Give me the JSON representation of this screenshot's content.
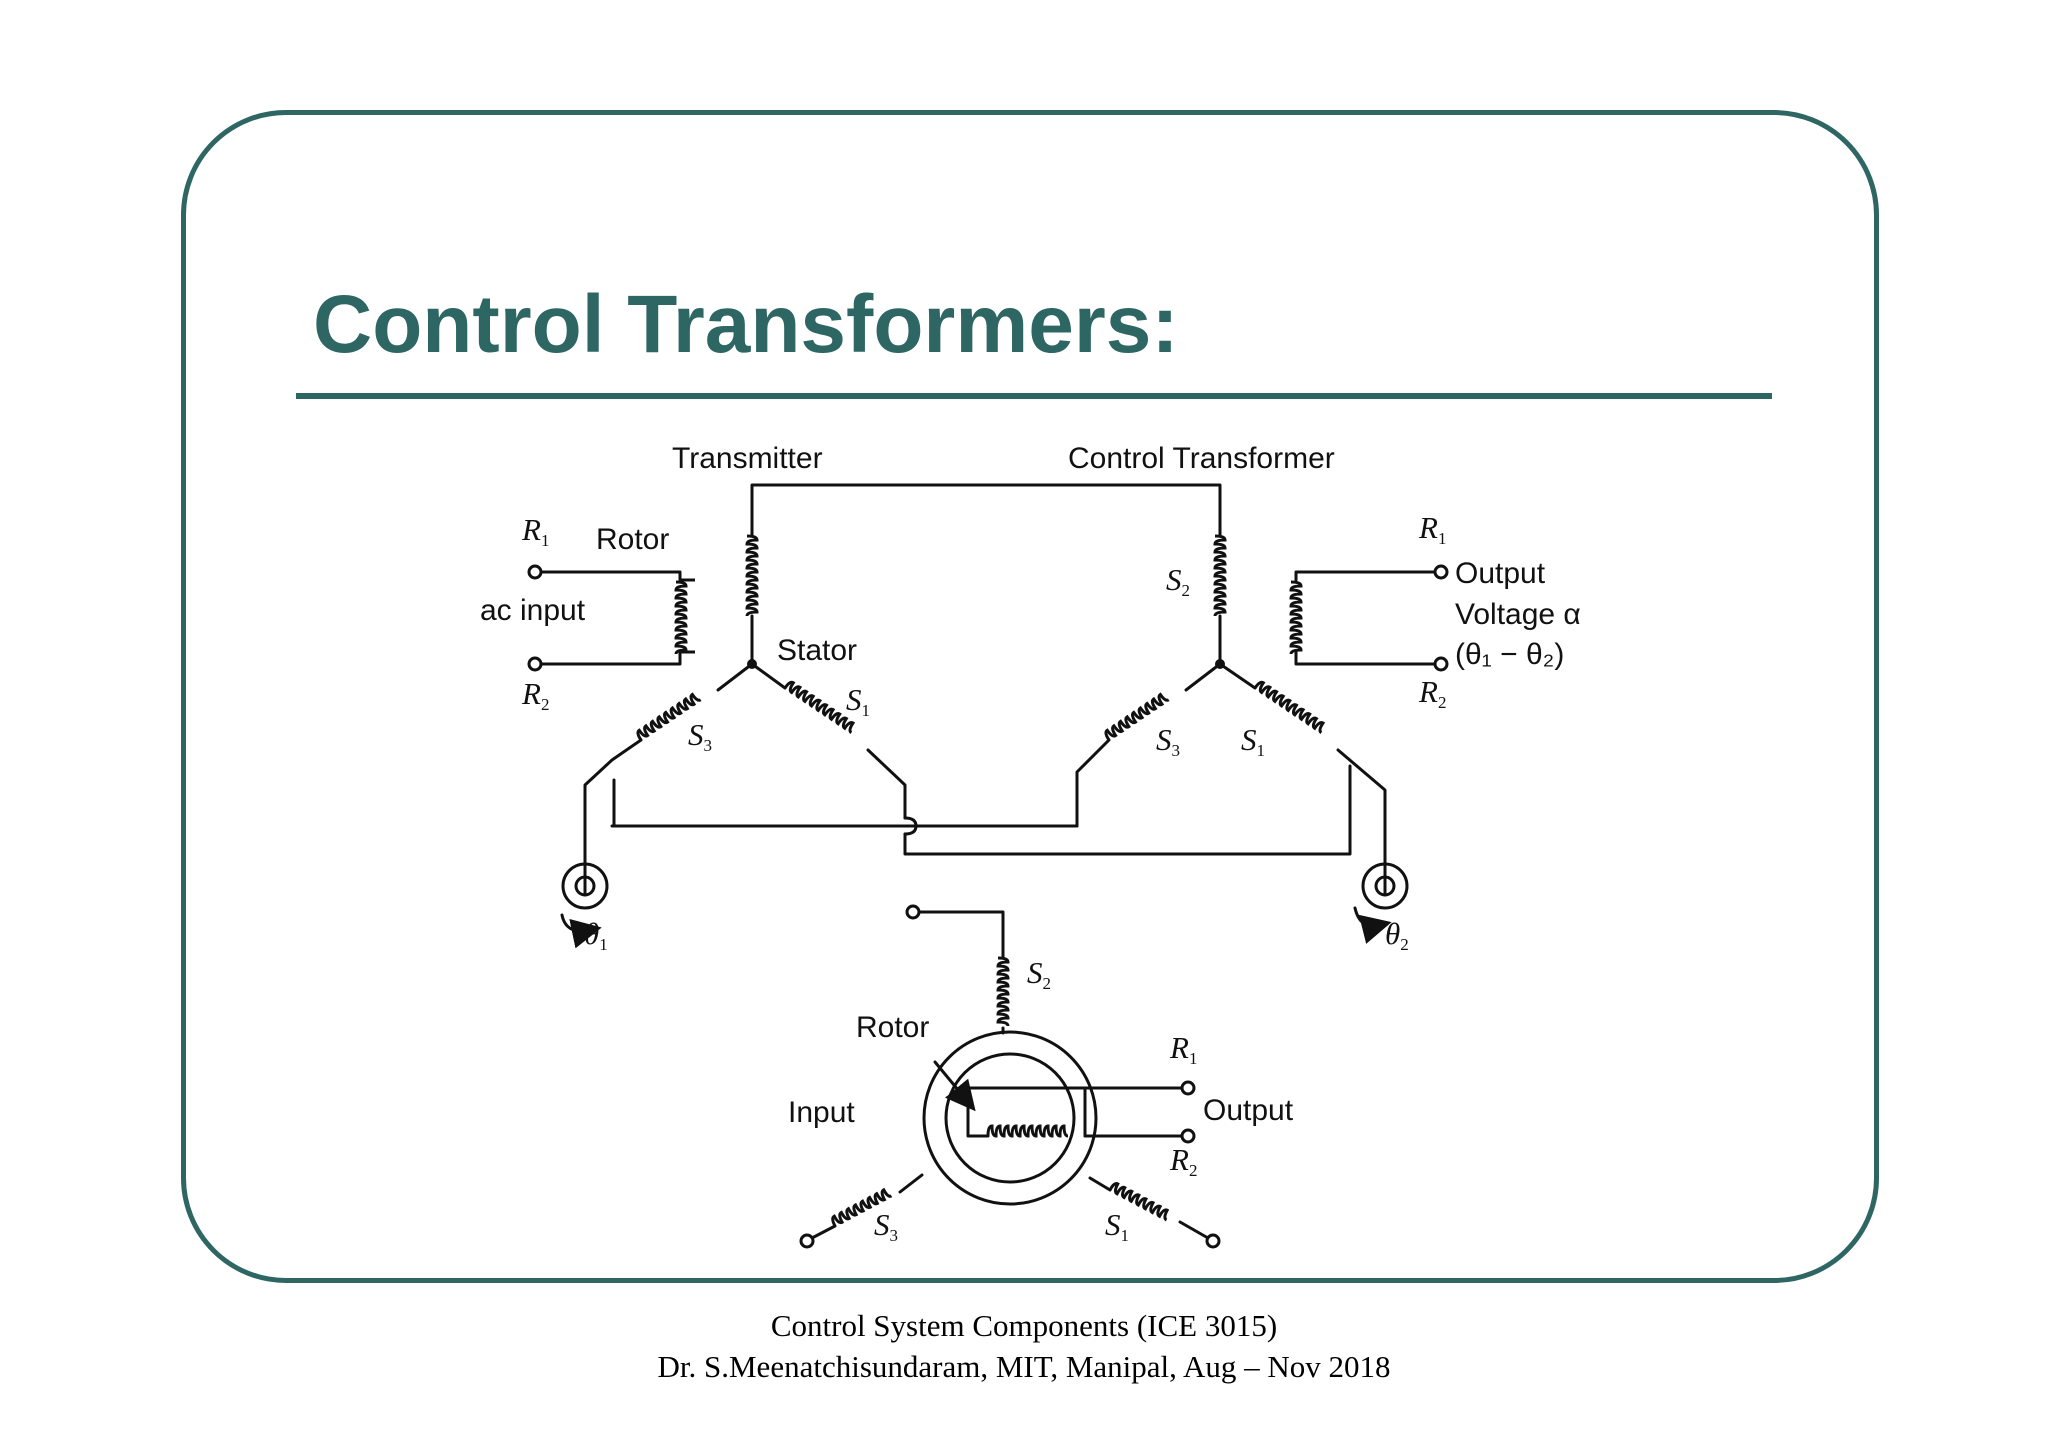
{
  "slide": {
    "title": "Control Transformers:",
    "footer_line1": "Control System Components (ICE 3015)",
    "footer_line2": "Dr. S.Meenatchisundaram, MIT, Manipal, Aug – Nov 2018"
  },
  "diagram": {
    "transmitter_label": "Transmitter",
    "control_transformer_label": "Control Transformer",
    "rotor_label": "Rotor",
    "ac_input_label": "ac input",
    "stator_label": "Stator",
    "output_label": "Output",
    "output_voltage_label": "Voltage α",
    "output_formula": "(θ₁ − θ₂)",
    "theta1": "θ",
    "theta1_sub": "1",
    "theta2": "θ",
    "theta2_sub": "2",
    "terminal_R": "R",
    "terminal_S": "S",
    "sub_1": "1",
    "sub_2": "2",
    "sub_3": "3",
    "bottom_rotor_label": "Rotor",
    "bottom_input_label": "Input",
    "bottom_output_label": "Output"
  }
}
